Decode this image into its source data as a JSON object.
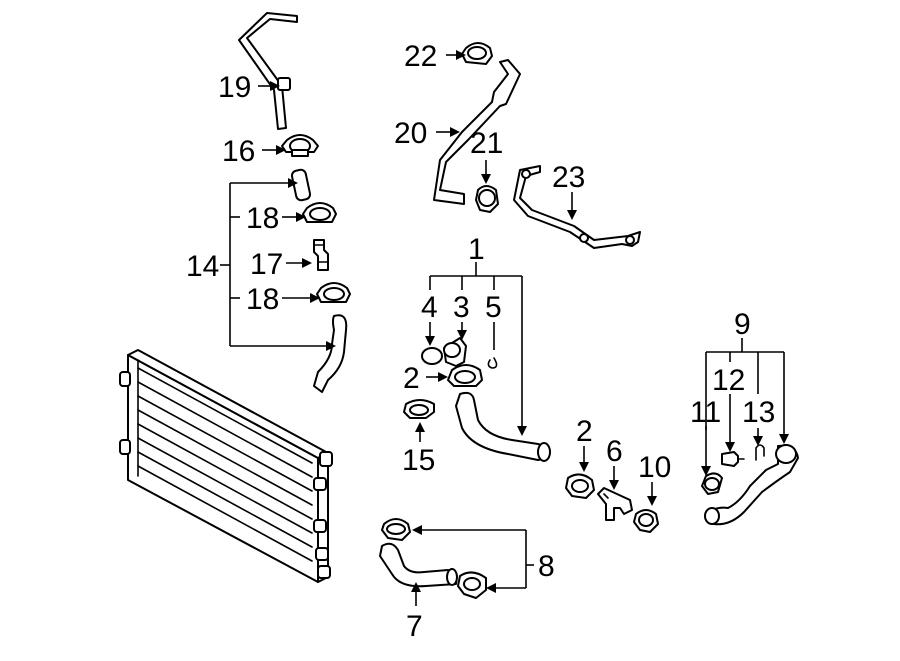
{
  "callouts": {
    "c1": "1",
    "c2a": "2",
    "c2b": "2",
    "c3": "3",
    "c4": "4",
    "c5": "5",
    "c6": "6",
    "c7": "7",
    "c8": "8",
    "c9": "9",
    "c10": "10",
    "c11": "11",
    "c12": "12",
    "c13": "13",
    "c14": "14",
    "c15": "15",
    "c16": "16",
    "c17": "17",
    "c18a": "18",
    "c18b": "18",
    "c19": "19",
    "c20": "20",
    "c21": "21",
    "c22": "22",
    "c23": "23"
  },
  "colors": {
    "line": "#000000",
    "background": "#ffffff"
  }
}
